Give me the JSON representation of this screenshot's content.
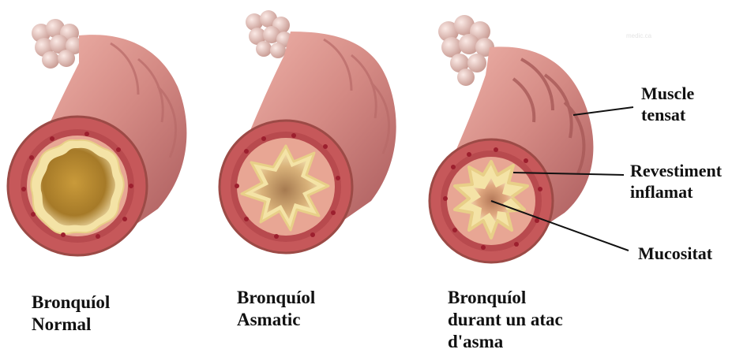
{
  "captions": {
    "normal": [
      "Bronquíol",
      "Normal"
    ],
    "asthmatic": [
      "Bronquíol",
      "Asmatic"
    ],
    "attack": [
      "Bronquíol",
      "durant un atac",
      "d'asma"
    ]
  },
  "callouts": {
    "muscle": [
      "Muscle",
      "tensat"
    ],
    "lining": [
      "Revestiment",
      "inflamat"
    ],
    "mucus": [
      "Mucositat"
    ]
  },
  "watermark": "medic.ca",
  "colors": {
    "tube_wall": "#d48a84",
    "tube_rim_dark": "#9c4a46",
    "cross_section": "#c8585a",
    "inner_ring": "#e8a694",
    "lining_yellow": "#f0df9a",
    "lumen_dark": "#c6a24a",
    "lumen_light": "#f2e0b0",
    "dots": "#9c1f2e",
    "alveoli": "#e6c4bc"
  }
}
